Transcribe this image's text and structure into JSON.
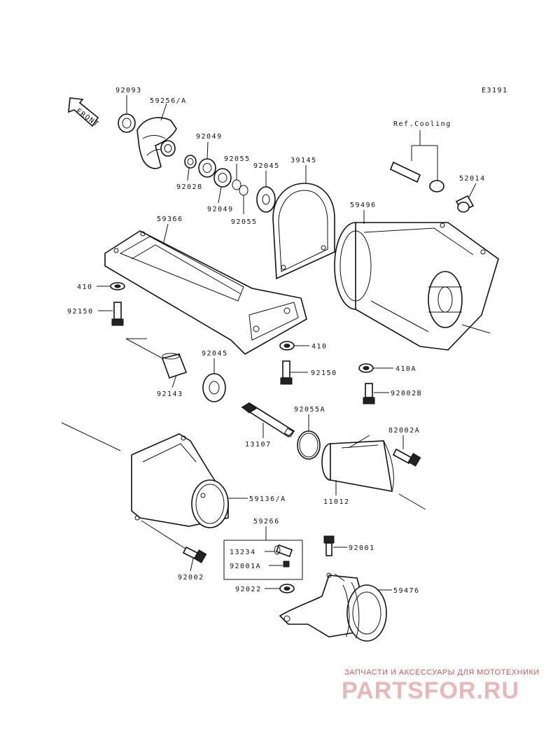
{
  "diagram_code": "E3191",
  "front_label": "FRONT",
  "ref_label": "Ref.Cooling",
  "parts": {
    "p92093": "92093",
    "p59256": "59256/A",
    "p92049a": "92049",
    "p92055a": "92055",
    "p92045a": "92045",
    "p39145": "39145",
    "p92028": "92028",
    "p92049b": "92049",
    "p92055b": "92055",
    "p52014": "52014",
    "p59496": "59496",
    "p59366": "59366",
    "p410": "410",
    "p92150a": "92150",
    "p410b": "410",
    "p92045b": "92045",
    "p92150b": "92150",
    "p410a": "410A",
    "p92143": "92143",
    "p92002b": "92002B",
    "p92055c": "92055A",
    "p13107": "13107",
    "p82002a": "82002A",
    "p59136": "59136/A",
    "p11012": "11012",
    "p59266": "59266",
    "p13234": "13234",
    "p92001": "92001",
    "p92001a": "92001A",
    "p92002": "92002",
    "p92022": "92022",
    "p59476": "59476"
  },
  "watermark": {
    "line1": "ЗАПЧАСТИ И АКСЕССУАРЫ ДЛЯ МОТОТЕХНИКИ",
    "line2": "PARTSFOR.RU"
  }
}
